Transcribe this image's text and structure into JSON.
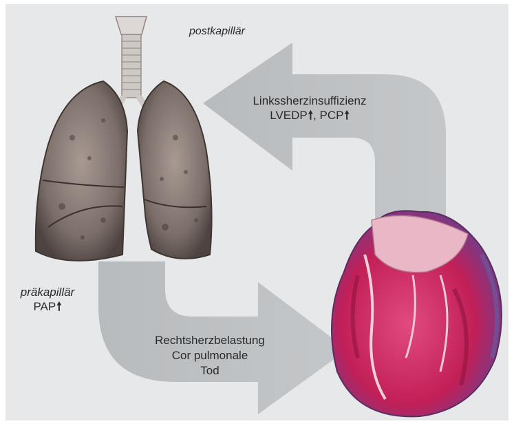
{
  "labels": {
    "post": "postkapillär",
    "left_hf_line1": "Linkssherzinsuffizienz",
    "left_hf_line2a": "LVEDP",
    "left_hf_line2b": ", PCP",
    "pre": "präkapillär",
    "pap": "PAP",
    "right_line1": "Rechtsherzbelastung",
    "right_line2": "Cor pulmonale",
    "right_line3": "Tod"
  },
  "glyphs": {
    "up_arrow": "🠕"
  },
  "colors": {
    "background": "#e6e8e9",
    "arrow": "#b9bcbe",
    "lung": "#8a7c76",
    "lung_dark": "#4b403d",
    "heart": "#c8265c",
    "heart_light": "#e9b7c6",
    "heart_blue": "#6b5a9a"
  }
}
